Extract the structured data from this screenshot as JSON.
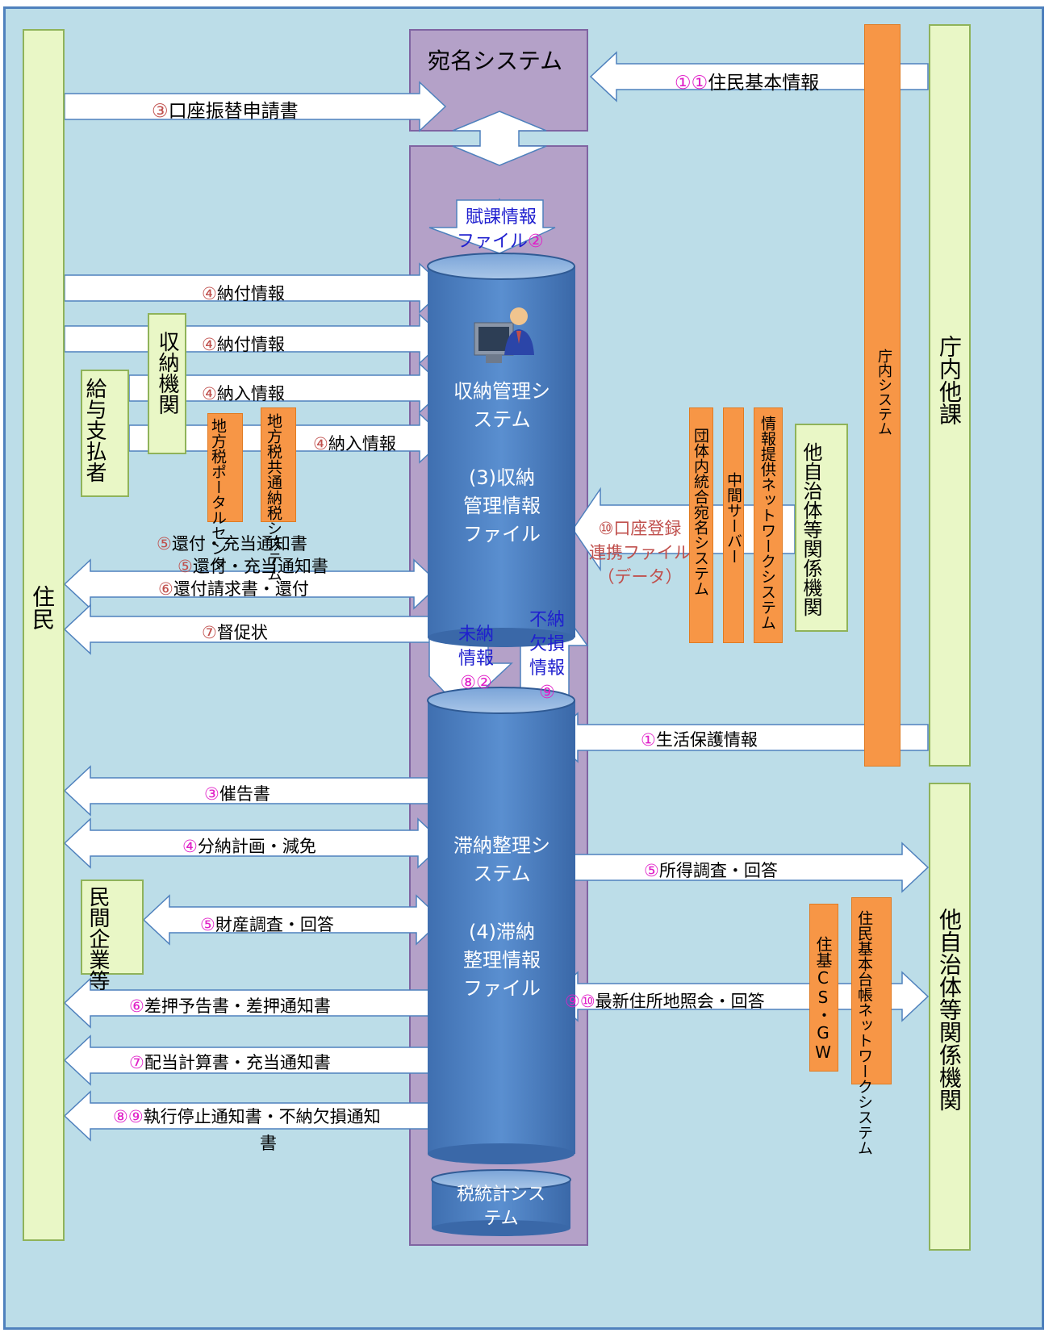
{
  "residents": {
    "label": "住民"
  },
  "address_system": {
    "label": "宛名システム"
  },
  "agency_system": {
    "label": "庁内システム"
  },
  "other_depts": {
    "label": "庁内他課"
  },
  "other_municipalities_top": {
    "label": "他自治体等関係機関"
  },
  "other_municipalities_bottom": {
    "label": "他自治体等関係機関"
  },
  "collection_agency": {
    "label": "収納機関"
  },
  "payroll": {
    "label": "給与支払者"
  },
  "eltax_portal": {
    "label": "地方税ポータルセンタ"
  },
  "common_tax_system": {
    "label": "地方税共通納税システム"
  },
  "collection_mgmt": {
    "label": "収納管理システム",
    "file": "(3)収納管理情報ファイル"
  },
  "delinquency_mgmt": {
    "label": "滞納整理システム",
    "file": "(4)滞納整理情報ファイル"
  },
  "tax_stats": {
    "label": "税統計システム"
  },
  "assessment_file": {
    "line1": "賦課情報",
    "line2": "ファイル",
    "num": "②"
  },
  "unpaid_info": {
    "line1": "未納",
    "line2": "情報",
    "num": "⑧②"
  },
  "writeoff_info": {
    "line1": "不納",
    "line2": "欠損",
    "line3": "情報",
    "num": "⑨"
  },
  "mynumber_network": {
    "label": "情報提供ネットワークシステム"
  },
  "intermediate_server": {
    "label": "中間サーバー"
  },
  "integrated_address": {
    "label": "団体内統合宛名システム"
  },
  "juki_csgw": {
    "label": "住基CS・GW"
  },
  "juki_network": {
    "label": "住民基本台帳ネットワークシステム"
  },
  "private_company": {
    "label": "民間企業等"
  },
  "account_link": {
    "num": "⑩",
    "line1": "口座登録",
    "line2": "連携ファイル",
    "line3": "（データ）"
  },
  "flows": {
    "basic_resident": {
      "num": "①①",
      "text": "住民基本情報"
    },
    "transfer_app": {
      "num": "③",
      "text": "口座振替申請書"
    },
    "payment_info_1": {
      "num": "④",
      "text": "納付情報"
    },
    "payment_info_2": {
      "num": "④",
      "text": "納付情報"
    },
    "deposit_info_1": {
      "num": "④",
      "text": "納入情報"
    },
    "deposit_info_2": {
      "num": "④",
      "text": "納入情報"
    },
    "refund_notice_1": {
      "num": "⑤",
      "text": "還付・充当通知書"
    },
    "refund_notice_2": {
      "num": "⑤",
      "text": "還付・充当通知書"
    },
    "refund_request": {
      "num": "⑥",
      "text": "還付請求書・還付"
    },
    "demand_letter": {
      "num": "⑦",
      "text": "督促状"
    },
    "welfare_info": {
      "num": "①",
      "text": "生活保護情報"
    },
    "reminder": {
      "num": "③",
      "text": "催告書"
    },
    "installment": {
      "num": "④",
      "text": "分納計画・減免"
    },
    "income_inquiry": {
      "num": "⑤",
      "text": "所得調査・回答"
    },
    "asset_inquiry": {
      "num": "⑤",
      "text": "財産調査・回答"
    },
    "seizure_notice": {
      "num": "⑥",
      "text": "差押予告書・差押通知書"
    },
    "address_inquiry": {
      "num": "⑨⑩",
      "text": "最新住所地照会・回答"
    },
    "dividend": {
      "num": "⑦",
      "text": "配当計算書・充当通知書"
    },
    "suspension": {
      "num": "⑧⑨",
      "text": "執行停止通知書・不納欠損通知",
      "text2": "書"
    }
  },
  "icons": {
    "resident": "person-icon",
    "operator": "computer-operator-icon"
  }
}
